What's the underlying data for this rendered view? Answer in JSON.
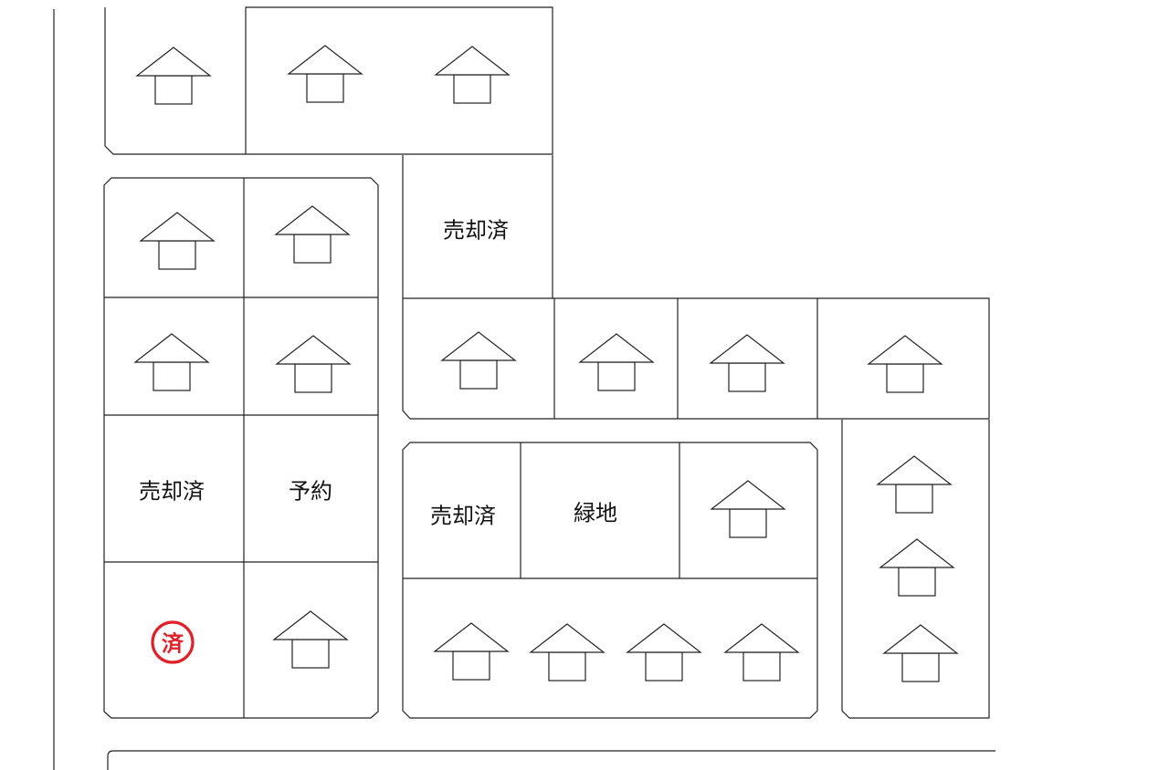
{
  "labels": {
    "sold": "売却済",
    "reserved": "予約",
    "green_space": "緑地",
    "stamp_mark": "済"
  },
  "icons": {
    "house": "house-icon",
    "stamp": "sold-stamp-icon"
  },
  "colors": {
    "line": "#222222",
    "stamp": "#e0212a",
    "background": "#ffffff"
  }
}
